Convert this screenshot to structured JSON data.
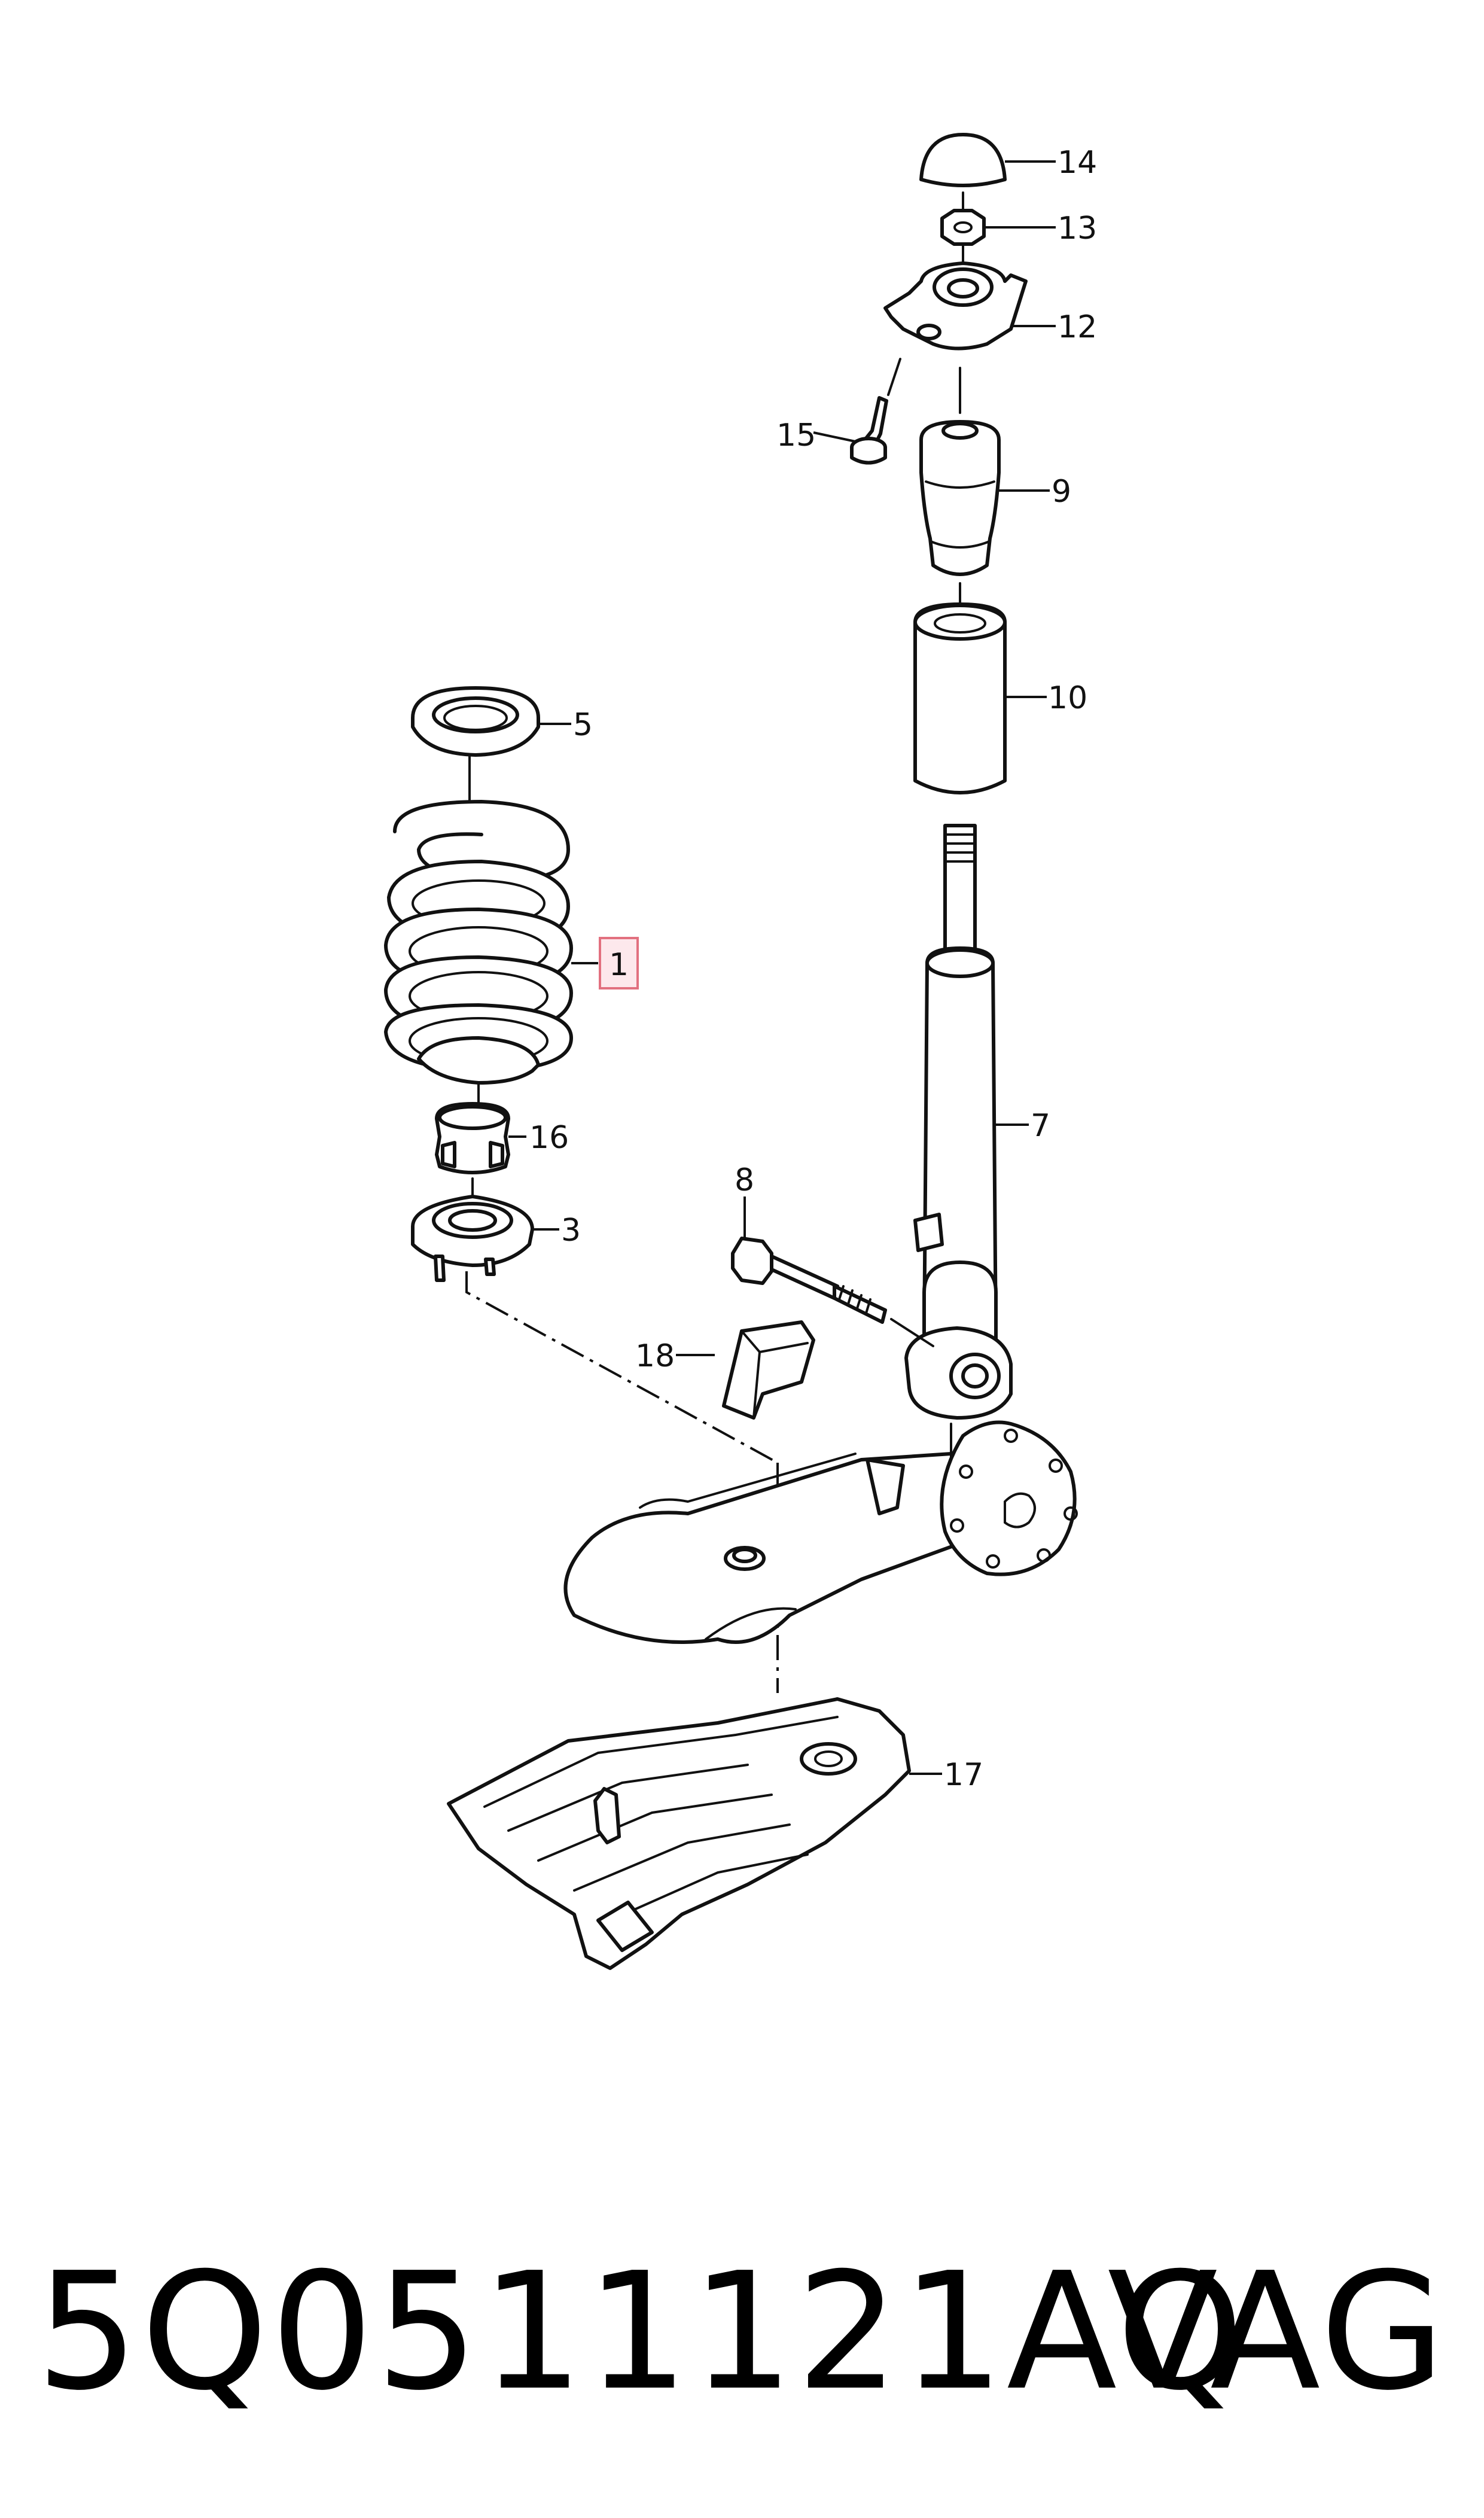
{
  "callouts": {
    "c1": "1",
    "c3": "3",
    "c5": "5",
    "c7": "7",
    "c8": "8",
    "c9": "9",
    "c10": "10",
    "c12": "12",
    "c13": "13",
    "c14": "14",
    "c15": "15",
    "c16": "16",
    "c17": "17",
    "c18": "18"
  },
  "highlighted_callout": "1",
  "highlight_color": "#fde8ec",
  "footer": {
    "part_number": "5Q0511121AQ",
    "brand": "VAG"
  }
}
